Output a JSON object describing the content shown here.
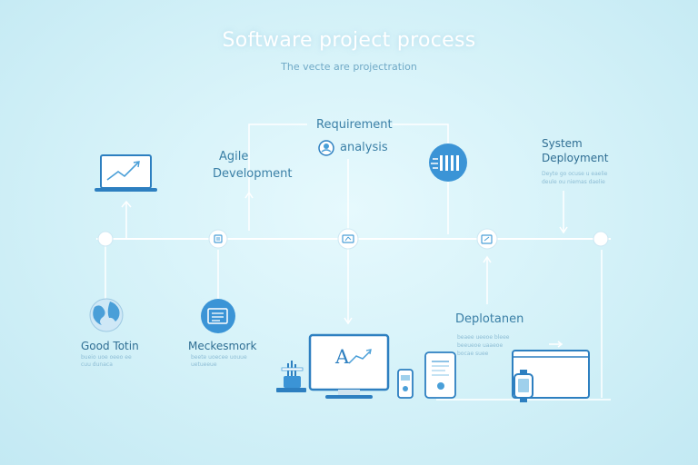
{
  "title": "Software project process",
  "subtitle": "The vecte are projectration",
  "stages": {
    "requirement": {
      "line1": "Requirement",
      "line2": "analysis"
    },
    "agile": {
      "line1": "Agile",
      "line2": "Development"
    },
    "system": {
      "line1": "System",
      "line2": "Deployment",
      "desc1": "Deyte go ocuse u eaelie",
      "desc2": "deule ou niemas daelie"
    },
    "good": {
      "label": "Good Totin",
      "desc1": "bueio uoe oeeo ee",
      "desc2": "cuu dunaca"
    },
    "meckesmork": {
      "label": "Meckesmork",
      "desc1": "beete uoecee uouue",
      "desc2": "uetueeue"
    },
    "deplotanen": {
      "label": "Deplotanen",
      "desc1": "beaee ueeoe bleee",
      "desc2": "beeueoe uaaeoe",
      "desc3": "bocae suee"
    }
  },
  "monitor_glyph": "A",
  "colors": {
    "line": "#ffffff",
    "accent": "#4a9fd8",
    "accent_dark": "#2d7fc0",
    "text": "#3a7fa6"
  }
}
